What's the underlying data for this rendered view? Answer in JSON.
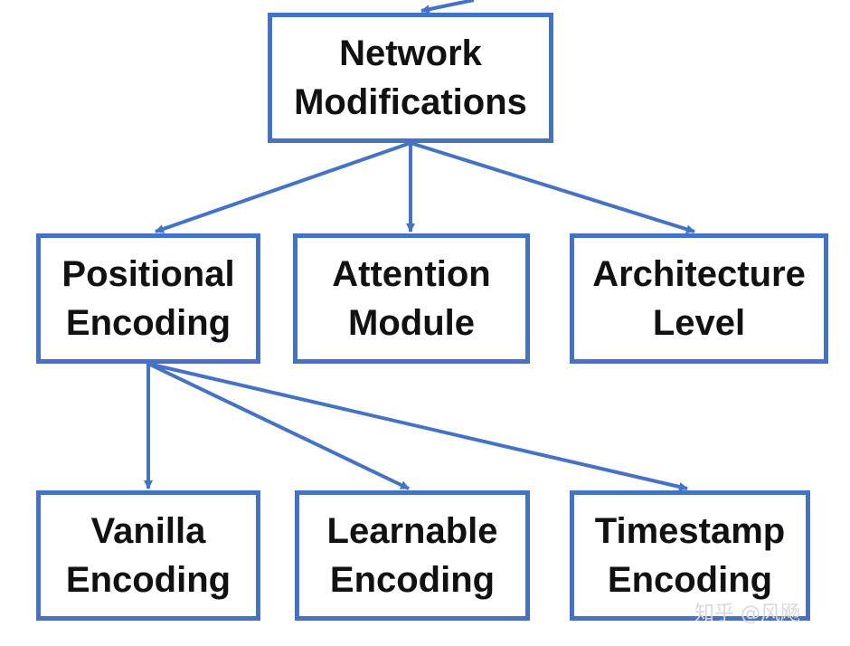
{
  "colors": {
    "box_border": "#4472c4",
    "arrow": "#4472c4",
    "text": "#111111",
    "watermark": "#d9d9d9"
  },
  "nodes": {
    "root": {
      "line1": "Network",
      "line2": "Modifications"
    },
    "pos": {
      "line1": "Positional",
      "line2": "Encoding"
    },
    "att": {
      "line1": "Attention",
      "line2": "Module"
    },
    "arch": {
      "line1": "Architecture",
      "line2": "Level"
    },
    "van": {
      "line1": "Vanilla",
      "line2": "Encoding"
    },
    "learn": {
      "line1": "Learnable",
      "line2": "Encoding"
    },
    "time": {
      "line1": "Timestamp",
      "line2": "Encoding"
    }
  },
  "edges": [
    {
      "from": "root",
      "to": "pos"
    },
    {
      "from": "root",
      "to": "att"
    },
    {
      "from": "root",
      "to": "arch"
    },
    {
      "from": "pos",
      "to": "van"
    },
    {
      "from": "pos",
      "to": "learn"
    },
    {
      "from": "pos",
      "to": "time"
    }
  ],
  "watermark": "知乎 @风飏"
}
